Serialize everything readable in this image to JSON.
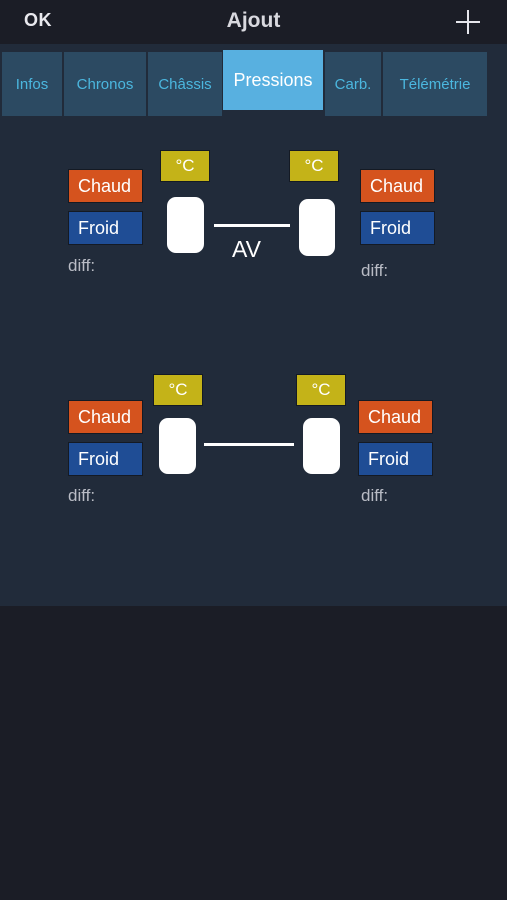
{
  "header": {
    "ok_label": "OK",
    "title": "Ajout",
    "add_icon": "plus-icon"
  },
  "tabs": [
    {
      "label": "Infos",
      "active": false
    },
    {
      "label": "Chronos",
      "active": false
    },
    {
      "label": "Châssis",
      "active": false
    },
    {
      "label": "Pressions",
      "active": true
    },
    {
      "label": "Carb.",
      "active": false
    },
    {
      "label": "Télémétrie",
      "active": false
    }
  ],
  "front": {
    "axle_label": "AV",
    "left": {
      "temp": "°C",
      "hot": "Chaud",
      "cold": "Froid",
      "diff": "diff:"
    },
    "right": {
      "temp": "°C",
      "hot": "Chaud",
      "cold": "Froid",
      "diff": "diff:"
    }
  },
  "rear": {
    "left": {
      "temp": "°C",
      "hot": "Chaud",
      "cold": "Froid",
      "diff": "diff:"
    },
    "right": {
      "temp": "°C",
      "hot": "Chaud",
      "cold": "Froid",
      "diff": "diff:"
    }
  },
  "colors": {
    "chaud": "#d5531e",
    "froid": "#1f4d95",
    "temp": "#c4b318",
    "tab_active": "#58b0e0",
    "tab": "#2c4a62"
  }
}
